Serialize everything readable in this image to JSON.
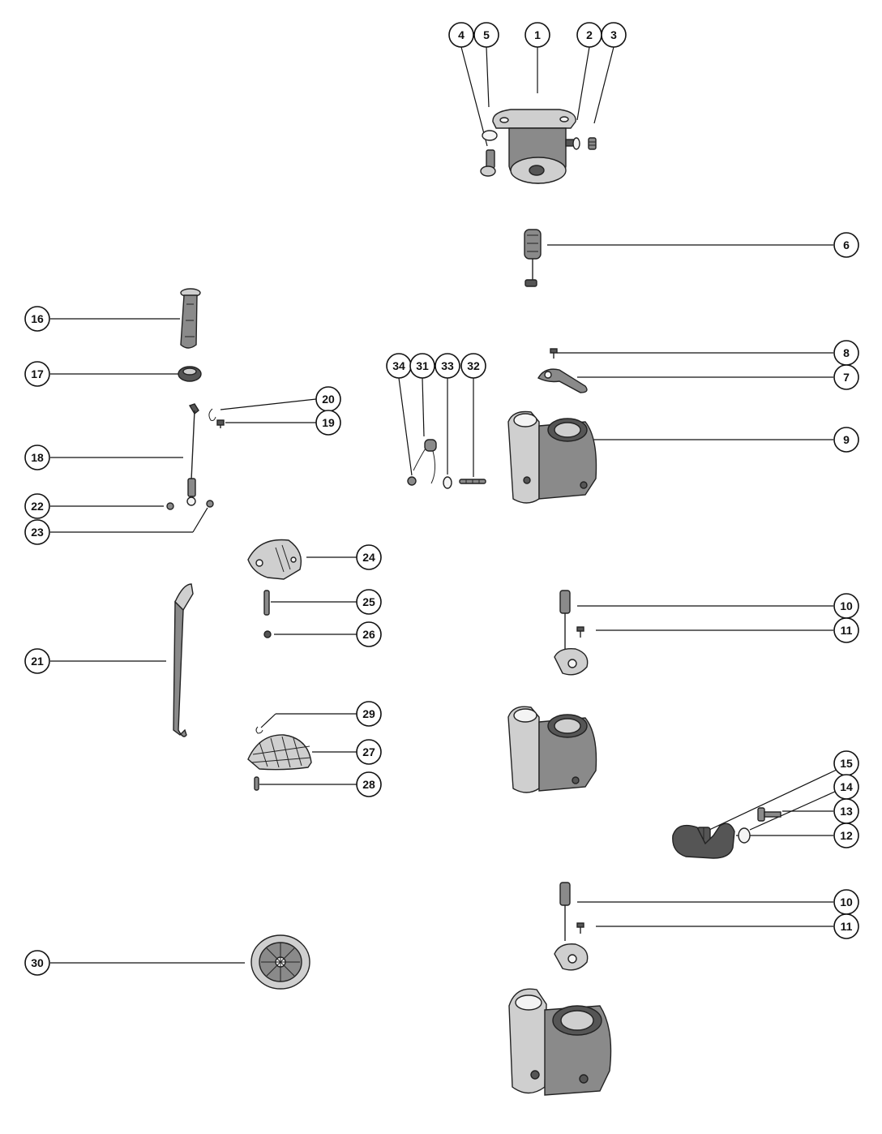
{
  "callouts": {
    "c1": "1",
    "c2": "2",
    "c3": "3",
    "c4": "4",
    "c5": "5",
    "c6": "6",
    "c7": "7",
    "c8": "8",
    "c9": "9",
    "c10a": "10",
    "c11a": "11",
    "c10b": "10",
    "c11b": "11",
    "c12": "12",
    "c13": "13",
    "c14": "14",
    "c15": "15",
    "c16": "16",
    "c17": "17",
    "c18": "18",
    "c19": "19",
    "c20": "20",
    "c21": "21",
    "c22": "22",
    "c23": "23",
    "c24": "24",
    "c25": "25",
    "c26": "26",
    "c27": "27",
    "c28": "28",
    "c29": "29",
    "c30": "30",
    "c31": "31",
    "c32": "32",
    "c33": "33",
    "c34": "34"
  }
}
